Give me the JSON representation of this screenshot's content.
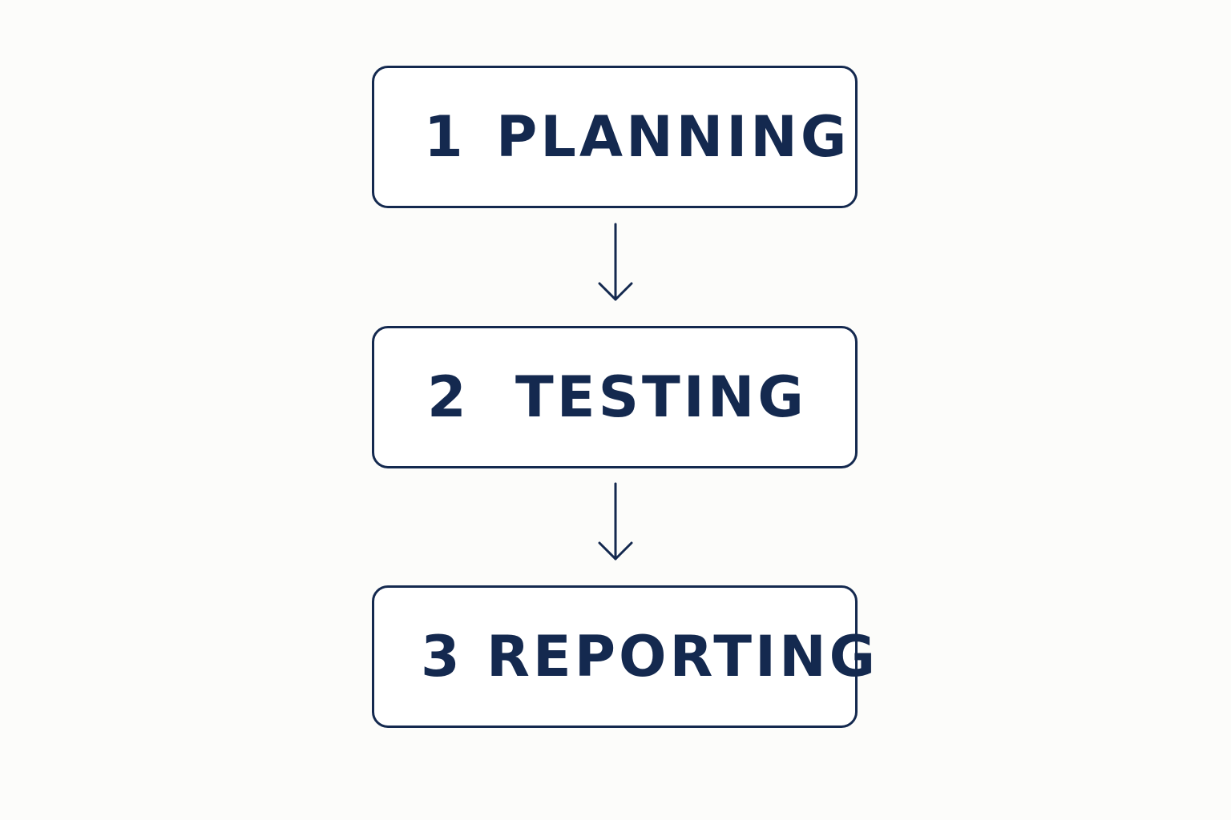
{
  "colors": {
    "background": "#fcfcfa",
    "stroke": "#14294f",
    "text": "#14294f"
  },
  "steps": [
    {
      "number": "1",
      "label": "PLANNING"
    },
    {
      "number": "2",
      "label": "TESTING"
    },
    {
      "number": "3",
      "label": "REPORTING"
    }
  ],
  "connectors": [
    {
      "from": "1",
      "to": "2",
      "icon": "arrow-down-icon"
    },
    {
      "from": "2",
      "to": "3",
      "icon": "arrow-down-icon"
    }
  ]
}
